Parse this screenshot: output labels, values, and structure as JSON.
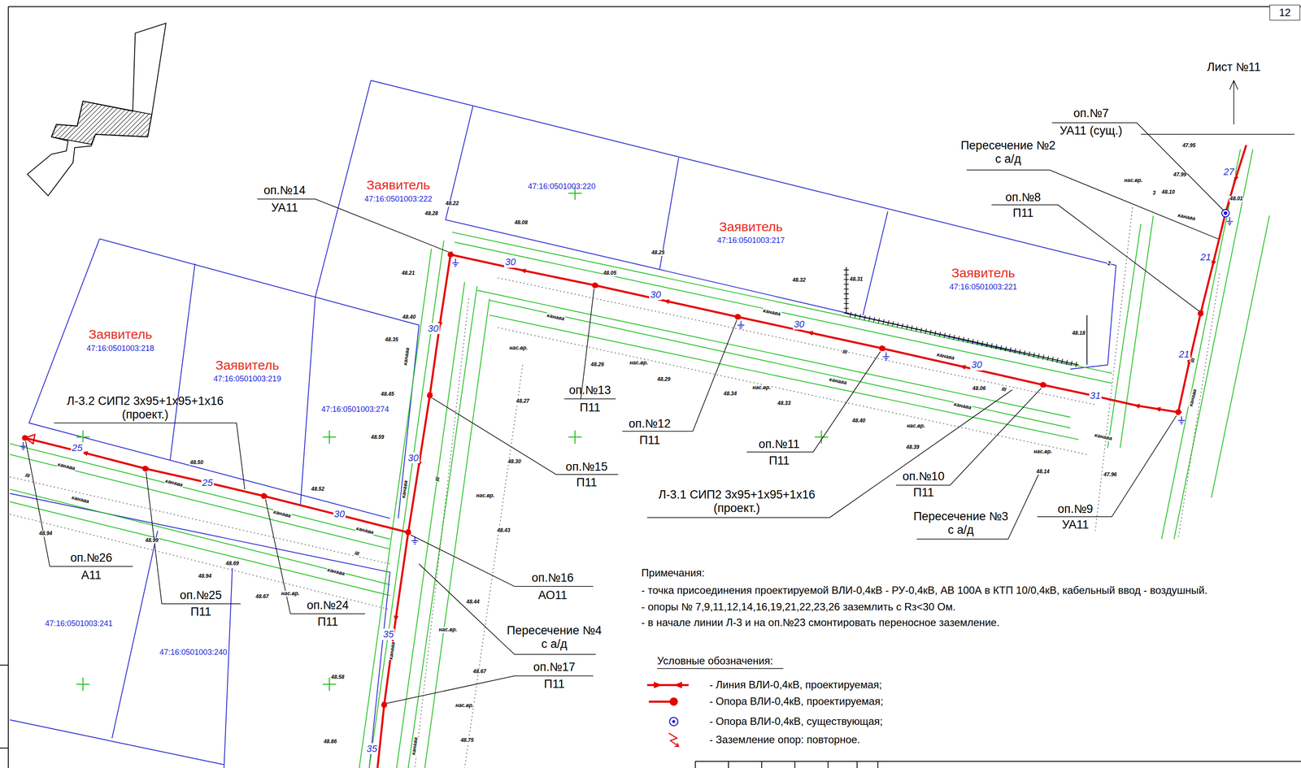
{
  "diagram": {
    "nodes": [
      {
        "text": [
          "12"
        ]
      },
      {
        "text": [
          "Заявитель",
          "47:16:0501003:222"
        ]
      },
      {
        "text": [
          "47:16:0501003:220"
        ]
      },
      {
        "text": [
          "Заявитель",
          "47:16:0501003:217"
        ]
      },
      {
        "text": [
          "Заявитель",
          "47:16:0501003:221"
        ]
      },
      {
        "text": [
          "Заявитель",
          "47:16:0501003:218"
        ]
      },
      {
        "text": [
          "Заявитель",
          "47:16:0501003:219"
        ]
      },
      {
        "text": [
          "47:16:0501003:274"
        ]
      },
      {
        "text": [
          "47:16:0501003:241"
        ]
      },
      {
        "text": [
          "47:16:0501003:240"
        ]
      }
    ],
    "labels": [
      "Лист №11",
      "оп.№7",
      "УА11 (сущ.)",
      "Пересечение №2 с а/д",
      "оп.№8",
      "П11",
      "оп.№14",
      "УА11",
      "оп.№13",
      "П11",
      "оп.№12",
      "П11",
      "оп.№11",
      "П11",
      "оп.№10",
      "П11",
      "Пересечение №3 с а/д",
      "оп.№9",
      "УА11",
      "оп.№15",
      "П11",
      "Л-3.1 СИП2 3х95+1х95+1х16 (проект.)",
      "оп.№16",
      "АО11",
      "Пересечение №4 с а/д",
      "оп.№17",
      "П11",
      "Л-3.2 СИП2 3х95+1х95+1х16 (проект.)",
      "оп.№26",
      "А11",
      "оп.№25",
      "П11",
      "оп.№24",
      "П11",
      "Примечания:",
      "- точка присоединения проектируемой ВЛИ-0,4кВ - РУ-0,4кВ, АВ 100А в КТП 10/0,4кВ, кабельный ввод - воздушный.",
      "- опоры № 7,9,11,12,14,16,19,21,22,23,26 заземлить с Rз<30 Ом.",
      "- в начале линии Л-3 и на оп.№23 смонтировать переносное заземление.",
      "Условные обозначения:",
      "30",
      "30",
      "30",
      "30",
      "31",
      "21",
      "21",
      "27",
      "30",
      "30",
      "35",
      "35",
      "25",
      "25",
      "30",
      "канава",
      "канава",
      "канава",
      "канава",
      "канава",
      "канава",
      "канава",
      "канава",
      "канава",
      "канава",
      "канава",
      "канава",
      "канава",
      "канава",
      "канава",
      "канава",
      "канава",
      "канава",
      "III",
      "III",
      "III",
      "III",
      "III",
      "III",
      "нас.вр.",
      "нас.вр.",
      "нас.вр.",
      "нас.вр.",
      "нас.вр.",
      "нас.вр.",
      "нас.вр.",
      "нас.вр.",
      "нас.вр.",
      "нас.вр.",
      "48.22",
      "48.28",
      "48.08",
      "48.25",
      "48.32",
      "48.31",
      "48.18",
      "47.95",
      "47.99",
      "48.10",
      "48.01",
      "48.40",
      "48.45",
      "48.52",
      "48.50",
      "48.59",
      "48.27",
      "48.26",
      "48.29",
      "48.34",
      "48.33",
      "48.40",
      "48.39",
      "48.14",
      "47.96",
      "48.30",
      "48.43",
      "48.44",
      "48.67",
      "48.75",
      "48.58",
      "48.86",
      "48.94",
      "48.94",
      "48.99",
      "48.69",
      "48.67",
      "48.35",
      "48.21",
      "48.06",
      "48.05",
      "2",
      "3"
    ],
    "legend": [
      {
        "text": "- Линия ВЛИ-0,4кВ, проектируемая;"
      },
      {
        "text": "- Опора ВЛИ-0,4кВ, проектируемая;"
      },
      {
        "text": "- Опора ВЛИ-0,4кВ, существующая;"
      },
      {
        "text": "- Заземление опор: повторное."
      }
    ]
  }
}
